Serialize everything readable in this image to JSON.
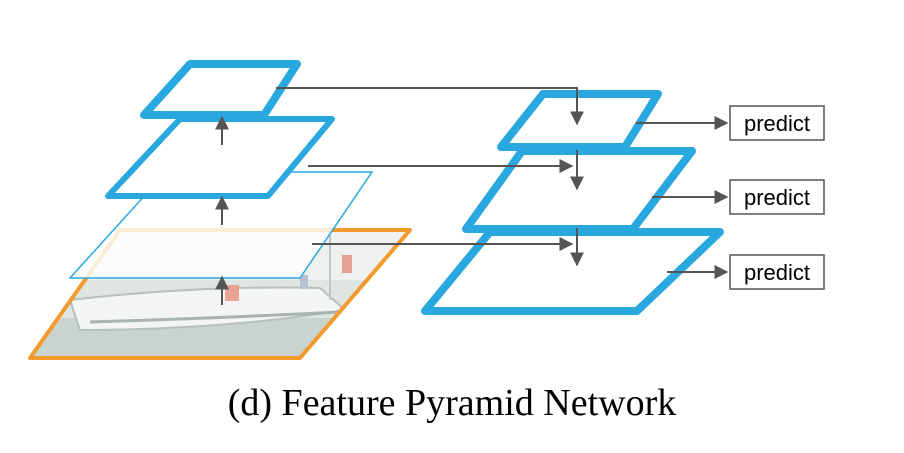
{
  "caption": "(d) Feature Pyramid Network",
  "predict_labels": [
    "predict",
    "predict",
    "predict"
  ],
  "colors": {
    "pyramid_blue": "#29A8E0",
    "image_orange": "#F29A2E",
    "arrow_gray": "#555555"
  },
  "icons": {
    "input_image": "sailboat-photo"
  }
}
